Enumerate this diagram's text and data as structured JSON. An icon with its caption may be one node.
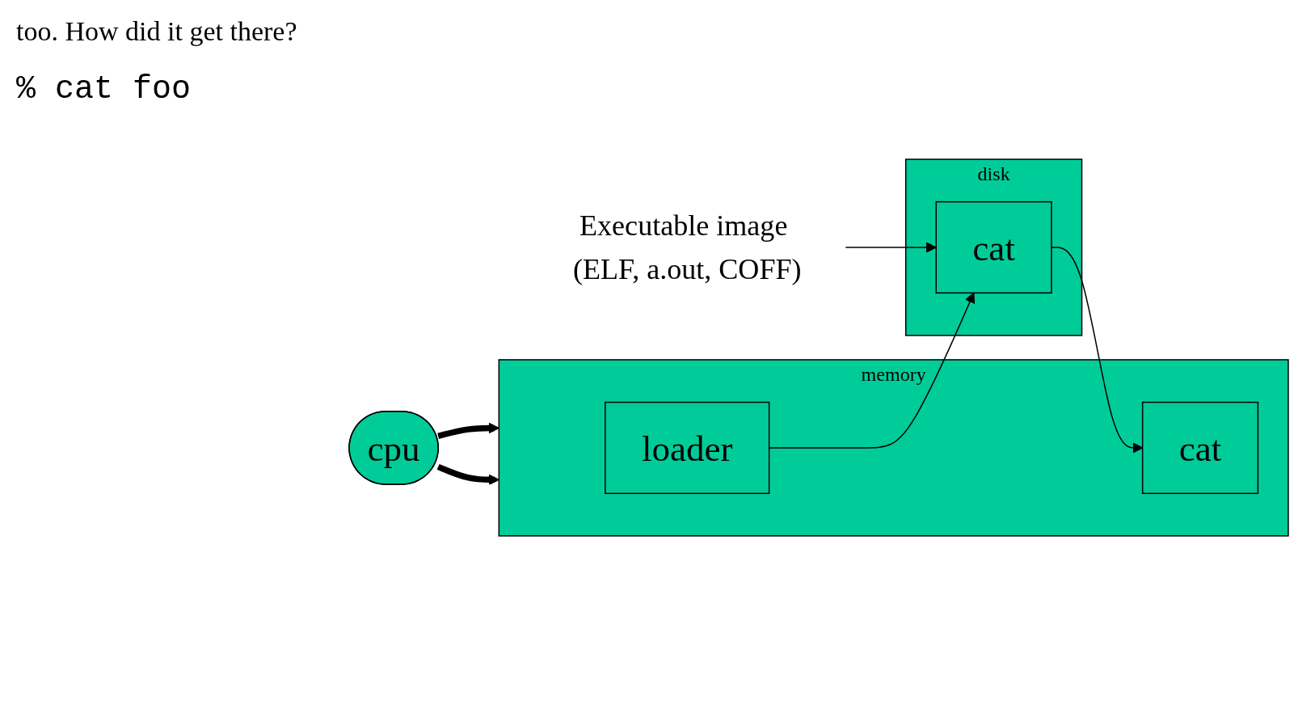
{
  "diagram": {
    "nodes": [
      {
        "text": [
          "memory"
        ]
      },
      {
        "text": [
          "loader"
        ],
        "in": 0
      },
      {
        "text": [
          "cat"
        ],
        "in": 0
      },
      {
        "text": [
          "cpu"
        ]
      },
      {
        "text": [
          "disk"
        ]
      },
      {
        "text": [
          "cat"
        ],
        "in": 4
      },
      {
        "text": [
          "Executable image (ELF, a.out, COFF)"
        ]
      }
    ],
    "edges": [
      {
        "from": 3,
        "to": 0,
        "arrow": "to",
        "style": "thick"
      },
      {
        "from": 3,
        "to": 0,
        "arrow": "to",
        "style": "thick"
      },
      {
        "from": 1,
        "to": 5,
        "arrow": "to"
      },
      {
        "from": 5,
        "to": 2,
        "arrow": "to"
      },
      {
        "from": 6,
        "to": 5,
        "arrow": "to"
      }
    ],
    "labels": [
      "too. How did it get there?",
      "% cat foo"
    ]
  }
}
